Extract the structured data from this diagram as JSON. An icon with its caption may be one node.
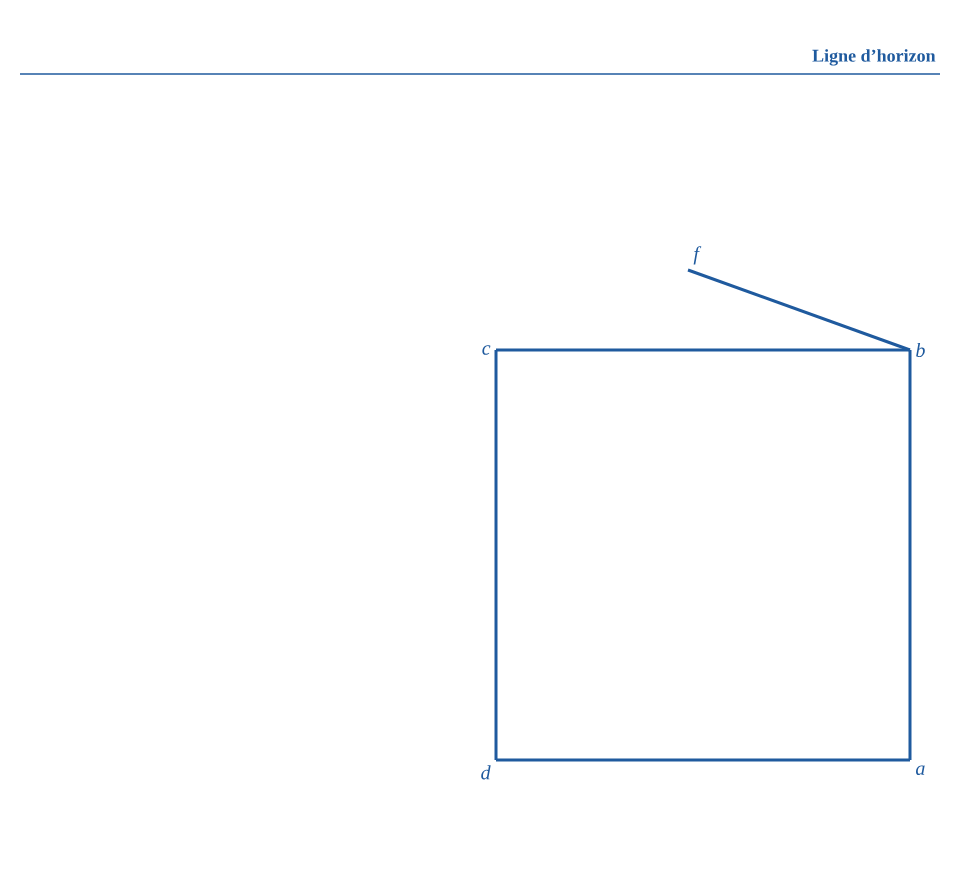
{
  "diagram": {
    "nodes": [
      {
        "text": [
          "f"
        ]
      },
      {
        "text": [
          "c"
        ]
      },
      {
        "text": [
          "b"
        ]
      },
      {
        "text": [
          "d"
        ]
      },
      {
        "text": [
          "a"
        ]
      }
    ],
    "edges": [
      {
        "from": 2,
        "to": 0,
        "arrow": "none"
      },
      {
        "from": 1,
        "to": 2,
        "arrow": "none"
      },
      {
        "from": 2,
        "to": 4,
        "arrow": "none"
      },
      {
        "from": 4,
        "to": 3,
        "arrow": "none"
      },
      {
        "from": 3,
        "to": 1,
        "arrow": "none"
      }
    ],
    "labels": [
      "Ligne d’horizon"
    ]
  }
}
